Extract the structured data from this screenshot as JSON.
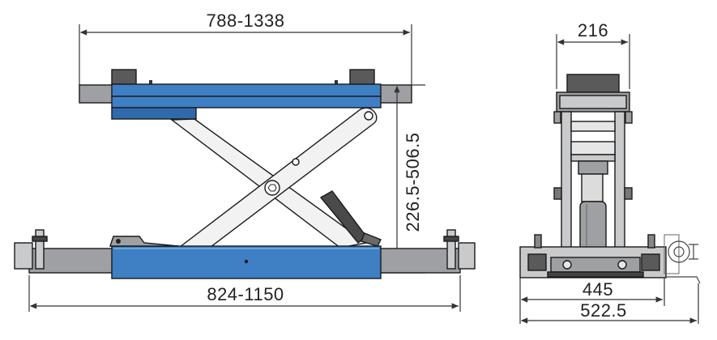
{
  "dimensions": {
    "front_top_width": "788-1338",
    "front_height": "226.5-506.5",
    "front_bottom_width": "824-1150",
    "side_top_width": "216",
    "side_inner_width": "445",
    "side_outer_width": "522.5"
  },
  "colors": {
    "blue": "#3f7fc4",
    "blue_dark": "#2a5f9c",
    "gray": "#9ea0a3",
    "gray_light": "#c9cacc",
    "arm_white": "#f2f2f2",
    "pad_dark": "#5a5a5a"
  }
}
